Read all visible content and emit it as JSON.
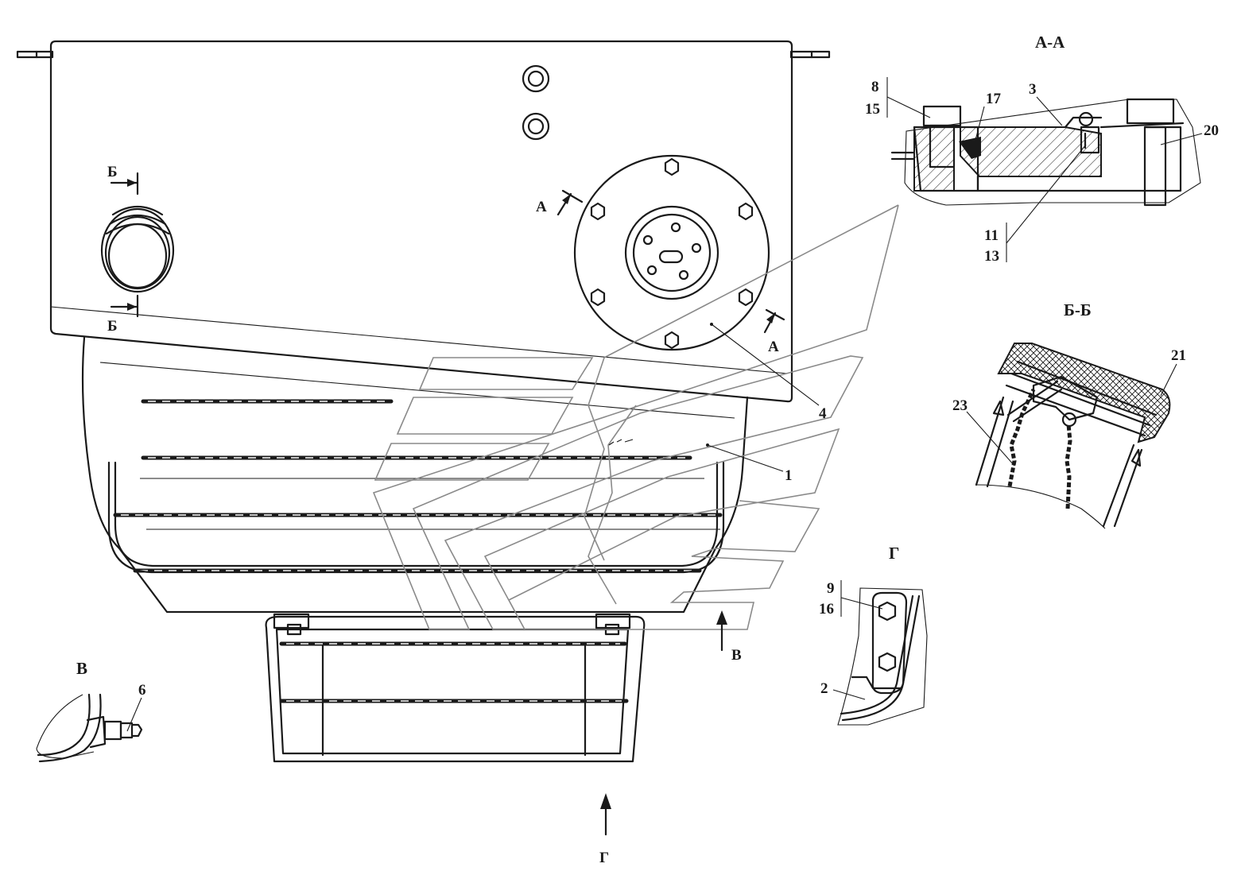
{
  "views": {
    "section_aa": "А-А",
    "section_bb": "Б-Б",
    "view_v": "В",
    "view_g": "Г"
  },
  "markers": {
    "a": "А",
    "b": "Б",
    "v": "В",
    "g": "Г"
  },
  "callouts": {
    "p1": "1",
    "p2": "2",
    "p3": "3",
    "p4": "4",
    "p6": "6",
    "p8": "8",
    "p9": "9",
    "p11": "11",
    "p13": "13",
    "p15": "15",
    "p16": "16",
    "p17": "17",
    "p20": "20",
    "p21": "21",
    "p23": "23"
  }
}
